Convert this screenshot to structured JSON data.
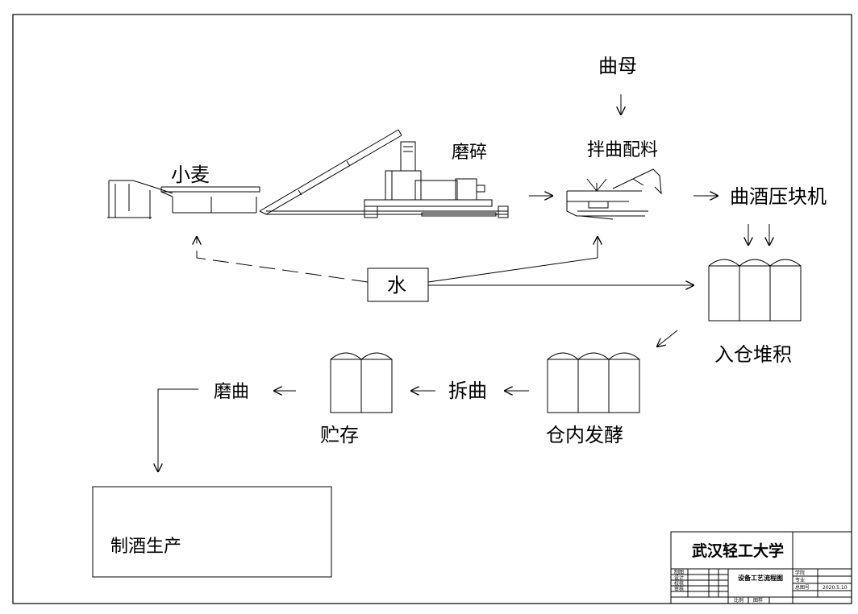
{
  "labels": {
    "qumu": "曲母",
    "mosui": "磨碎",
    "banqu": "拌曲配料",
    "xiaomai": "小麦",
    "yakuaiji": "曲酒压块机",
    "shui": "水",
    "rucang": "入仓堆积",
    "moqu": "磨曲",
    "chaiqu": "拆曲",
    "zhucun": "贮存",
    "cangnei": "仓内发酵",
    "zhijiu": "制酒生产"
  },
  "title_block": {
    "school": "武汉轻工大学",
    "drawing_name": "设备工艺流程图",
    "row_labels": [
      "制图",
      "设计",
      "校核",
      "审核"
    ],
    "right_labels": [
      "学院",
      "专业",
      "总图号",
      ""
    ],
    "date": "2020.5.10",
    "bottom_labels": [
      "比例",
      "图样"
    ]
  }
}
